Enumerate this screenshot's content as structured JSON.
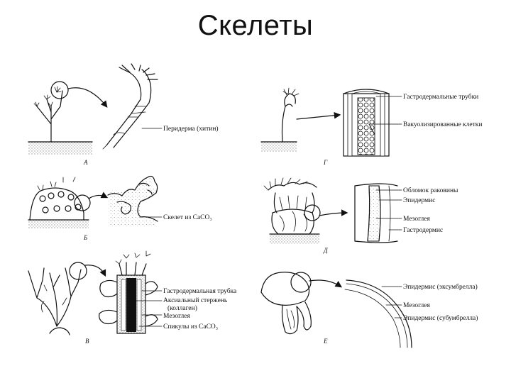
{
  "title": "Скелеты",
  "panels": [
    {
      "letter": "А",
      "labels": [
        "Перидерма (хитин)"
      ]
    },
    {
      "letter": "Б",
      "labels": [
        "Скелет из CaCO₃"
      ]
    },
    {
      "letter": "В",
      "labels": [
        "Гастродермальная трубка",
        "Аксиальный стержень",
        "(коллаген)",
        "Мезоглея",
        "Спикулы из CaCO₃"
      ]
    },
    {
      "letter": "Г",
      "labels": [
        "Гастродермальные трубки",
        "Вакуолизированные клетки"
      ]
    },
    {
      "letter": "Д",
      "labels": [
        "Обломок раковины",
        "Эпидермис",
        "Мезоглея",
        "Гастродермис"
      ]
    },
    {
      "letter": "Е",
      "labels": [
        "Эпидермис (эксумбрелла)",
        "Мезоглея",
        "Эпидермис (субумбрелла)"
      ]
    }
  ]
}
